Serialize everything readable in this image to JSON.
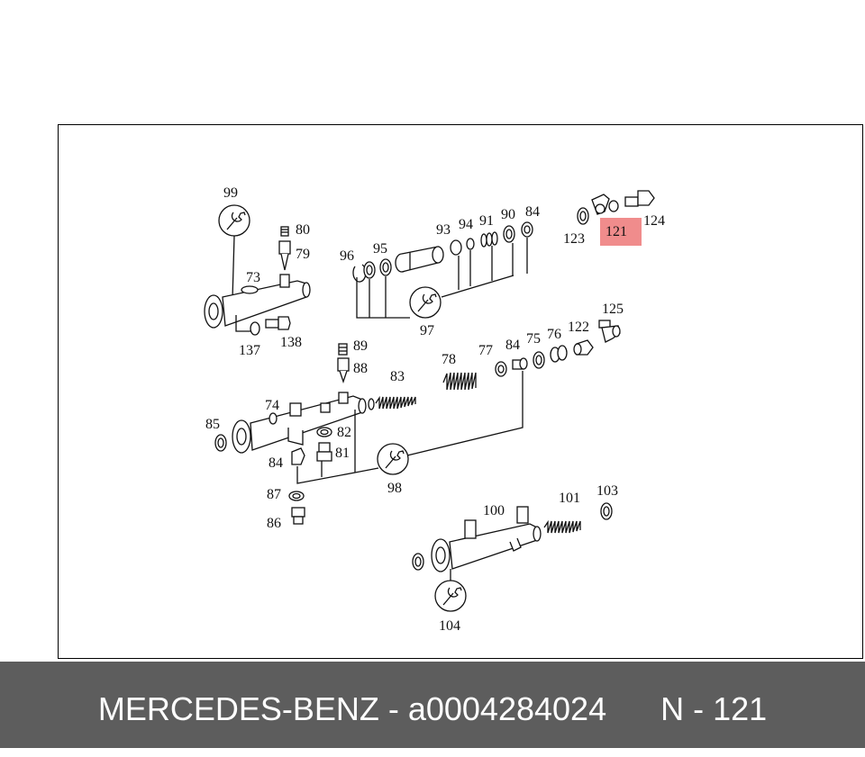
{
  "diagram": {
    "highlight_color": "#f08c8c",
    "highlighted_part": "121",
    "labels": {
      "p99": "99",
      "p80": "80",
      "p79": "79",
      "p73": "73",
      "p137": "137",
      "p138": "138",
      "p96": "96",
      "p95": "95",
      "p93": "93",
      "p94": "94",
      "p91": "91",
      "p90": "90",
      "p84a": "84",
      "p97": "97",
      "p123": "123",
      "p121": "121",
      "p124": "124",
      "p89": "89",
      "p88": "88",
      "p83": "83",
      "p78": "78",
      "p77": "77",
      "p84b": "84",
      "p75": "75",
      "p76": "76",
      "p122": "122",
      "p125": "125",
      "p74": "74",
      "p85": "85",
      "p82": "82",
      "p81": "81",
      "p84c": "84",
      "p98": "98",
      "p87": "87",
      "p86": "86",
      "p100": "100",
      "p101": "101",
      "p103": "103",
      "p104": "104"
    }
  },
  "footer": {
    "text": "MERCEDES-BENZ - a0004284024      N - 121",
    "bg_color": "#5d5d5d"
  }
}
